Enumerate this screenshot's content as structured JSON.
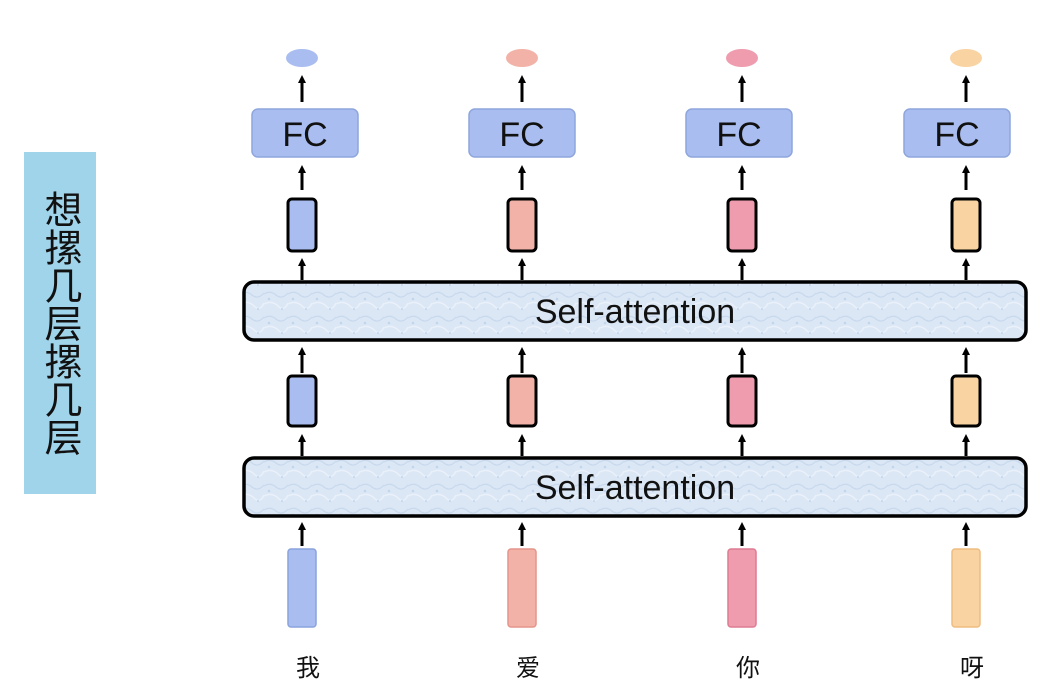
{
  "side_label": "想摞几层摞几层",
  "fc_label": "FC",
  "self_attention_label": "Self-attention",
  "columns": [
    {
      "word": "我",
      "color": "#a9bdf0",
      "border": "#8aa3dd"
    },
    {
      "word": "爱",
      "color": "#f2b2a8",
      "border": "#e4958a"
    },
    {
      "word": "你",
      "color": "#ee9cae",
      "border": "#dd7c92"
    },
    {
      "word": "呀",
      "color": "#f9d3a2",
      "border": "#eebd80"
    }
  ]
}
